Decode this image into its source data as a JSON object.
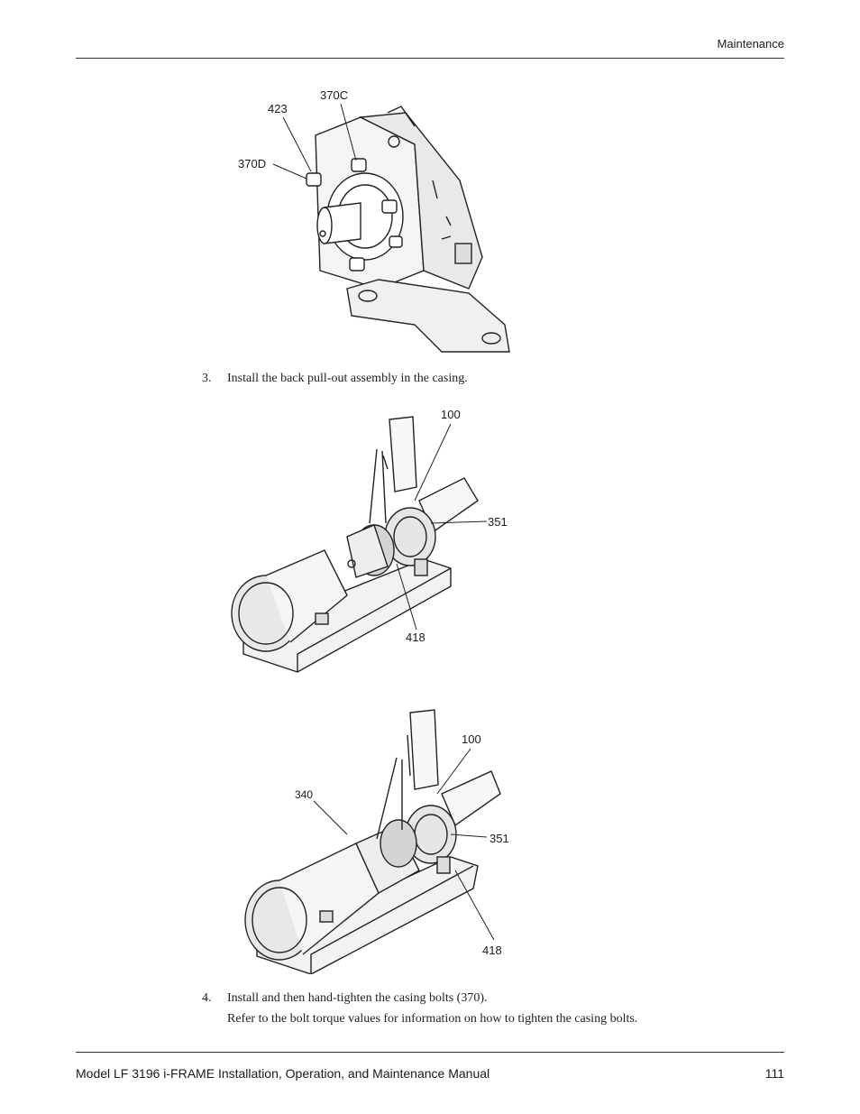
{
  "header": {
    "section": "Maintenance"
  },
  "figure1": {
    "callouts": [
      "370C",
      "423",
      "370D"
    ]
  },
  "step3": {
    "number": "3.",
    "text": "Install the back pull-out assembly in the casing."
  },
  "figure2": {
    "callouts": [
      "100",
      "351",
      "418"
    ]
  },
  "figure3": {
    "callouts": [
      "100",
      "340",
      "351",
      "418"
    ]
  },
  "step4": {
    "number": "4.",
    "text": "Install and then hand-tighten the casing bolts (370).",
    "note": "Refer to the bolt torque values for information on how to tighten the casing bolts."
  },
  "footer": {
    "manual_title": "Model LF 3196 i-FRAME Installation, Operation, and Maintenance Manual",
    "page_number": "111"
  }
}
